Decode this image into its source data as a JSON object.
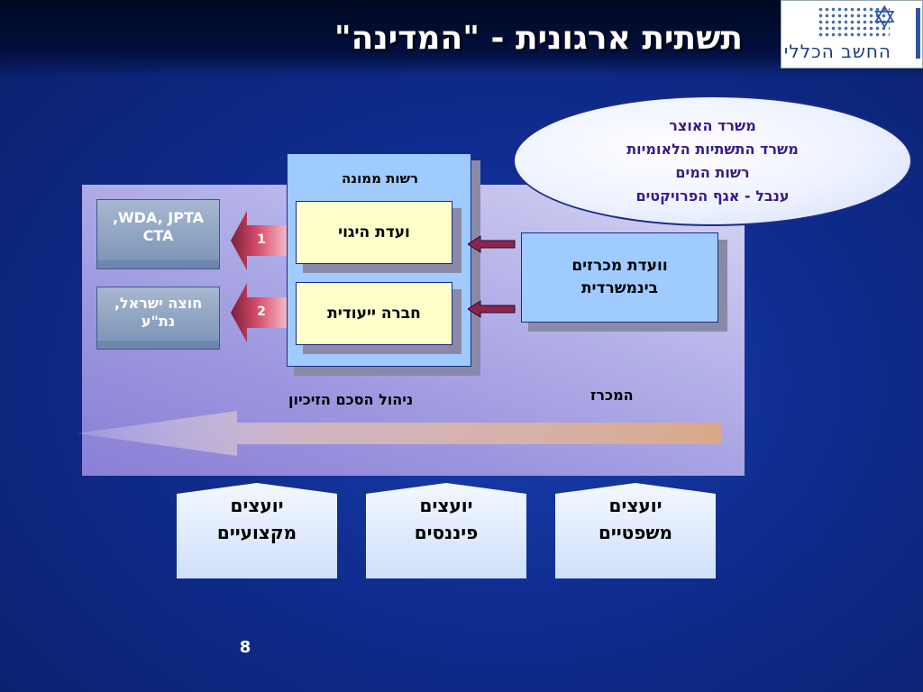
{
  "title": "תשתית ארגונית - \"המדינה\"",
  "logo": {
    "text": "החשב הכללי",
    "icon": "star-of-david-logo"
  },
  "oval": {
    "lines": [
      "משרד האוצר",
      "משרד התשתיות הלאומיות",
      "רשות המים",
      "ענבל - אגף הפרויקטים"
    ]
  },
  "authority": {
    "label": "רשות ממונה",
    "steering_committee": "ועדת היגוי",
    "consulting_company": "חברה ייעודית"
  },
  "tender_committee": {
    "line1": "וועדת מכרזים",
    "line2": "בינמשרדית"
  },
  "parties": [
    {
      "line1": "WDA, JPTA,",
      "line2": "CTA",
      "number": "1"
    },
    {
      "line1": "חוצה ישראל,",
      "line2": "נת\"ע",
      "number": "2"
    }
  ],
  "labels": {
    "tender": "המכרז",
    "concession_management": "ניהול הסכם הזיכיון"
  },
  "advisors": [
    {
      "line1": "יועצים",
      "line2": "מקצועיים"
    },
    {
      "line1": "יועצים",
      "line2": "פיננסים"
    },
    {
      "line1": "יועצים",
      "line2": "משפטיים"
    }
  ],
  "page_number": "8",
  "colors": {
    "background": "#0f2c8e",
    "box_blue": "#9fcbff",
    "box_yellow": "#ffffcc",
    "connector_arrow": "#8a2450",
    "timeline_arrow": "#d9a88a",
    "side_arrow": "#c9435f"
  }
}
